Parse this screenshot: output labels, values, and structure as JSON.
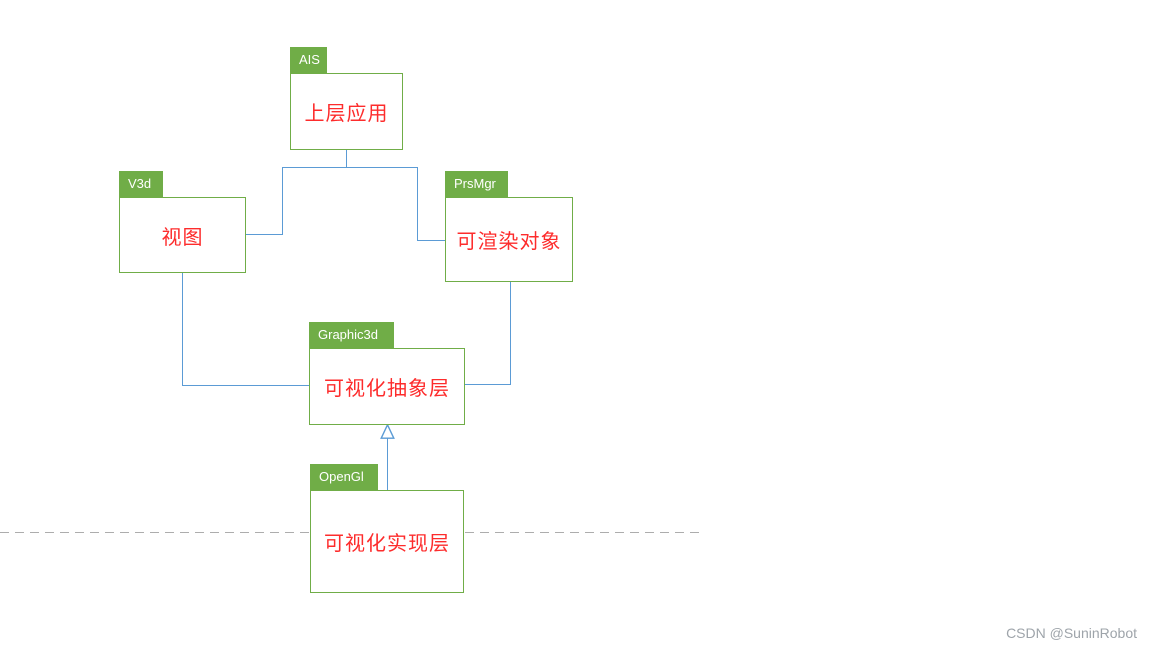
{
  "diagram": {
    "nodes": [
      {
        "id": "ais",
        "tab_label": "AIS",
        "label": "上层应用"
      },
      {
        "id": "v3d",
        "tab_label": "V3d",
        "label": "视图"
      },
      {
        "id": "prsmgr",
        "tab_label": "PrsMgr",
        "label": "可渲染对象"
      },
      {
        "id": "graphic3d",
        "tab_label": "Graphic3d",
        "label": "可视化抽象层"
      },
      {
        "id": "opengl",
        "tab_label": "OpenGl",
        "label": "可视化实现层"
      }
    ],
    "connections": [
      {
        "from": "ais",
        "to": "v3d",
        "style": "line"
      },
      {
        "from": "ais",
        "to": "prsmgr",
        "style": "line"
      },
      {
        "from": "v3d",
        "to": "graphic3d",
        "style": "line"
      },
      {
        "from": "prsmgr",
        "to": "graphic3d",
        "style": "line"
      },
      {
        "from": "opengl",
        "to": "graphic3d",
        "style": "open-triangle-arrow"
      }
    ],
    "colors": {
      "tab_green": "#70ad47",
      "border_green": "#70ad47",
      "connector_blue": "#5b9bd5",
      "label_red": "#fd2c2c",
      "dashed_gray": "#adadad"
    }
  },
  "watermark": {
    "text": "CSDN @SuninRobot"
  }
}
